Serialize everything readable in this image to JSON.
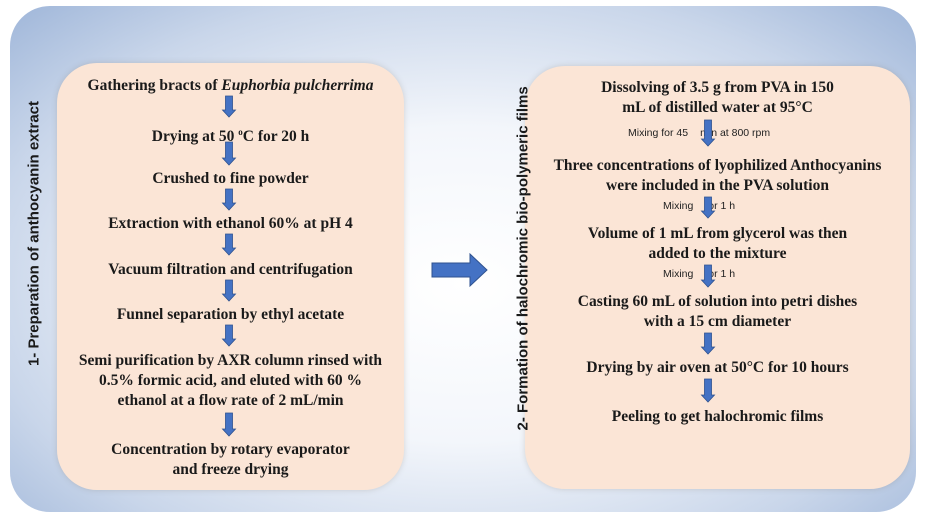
{
  "left_section": {
    "title": "1- Preparation of anthocyanin extract",
    "steps": {
      "s1_prefix": "Gathering bracts of ",
      "s1_italic": "Euphorbia pulcherrima",
      "s2_a": "Drying at 50 ",
      "s2_sup": "o",
      "s2_b": "C for 20 h",
      "s3": "Crushed to fine powder",
      "s4": "Extraction with ethanol 60% at pH 4",
      "s5": "Vacuum filtration and centrifugation",
      "s6": "Funnel separation by ethyl acetate",
      "s7_l1": "Semi purification by AXR column rinsed with",
      "s7_l2": "0.5% formic acid, and eluted with 60 %",
      "s7_l3": "ethanol at a flow rate of 2 mL/min",
      "s8_l1": "Concentration by rotary evaporator",
      "s8_l2": "and freeze drying"
    }
  },
  "right_section": {
    "title": "2- Formation of halochromic bio-polymeric films",
    "steps": {
      "r1_l1": "Dissolving of 3.5 g from PVA in 150",
      "r1_l2": "mL of distilled water at 95°C",
      "n1_a": "Mixing for 45",
      "n1_b": "min at 800 rpm",
      "r2_l1": "Three concentrations of lyophilized Anthocyanins",
      "r2_l2": "were included in the PVA solution",
      "n2_a": "Mixing",
      "n2_b": "for 1 h",
      "r3_l1": "Volume of 1 mL from glycerol was then",
      "r3_l2": "added to the mixture",
      "n3_a": "Mixing",
      "n3_b": "for 1 h",
      "r4_l1": "Casting 60 mL of  solution into petri dishes",
      "r4_l2": "with a 15 cm diameter",
      "r5": "Drying by air oven at 50°C for 10 hours",
      "r6": "Peeling to get halochromic films"
    }
  },
  "colors": {
    "panel_fill": "#fbe5d6",
    "arrow_fill": "#4472c4",
    "arrow_stroke": "#2f528f",
    "outer_edge": "#9fb6d9"
  }
}
